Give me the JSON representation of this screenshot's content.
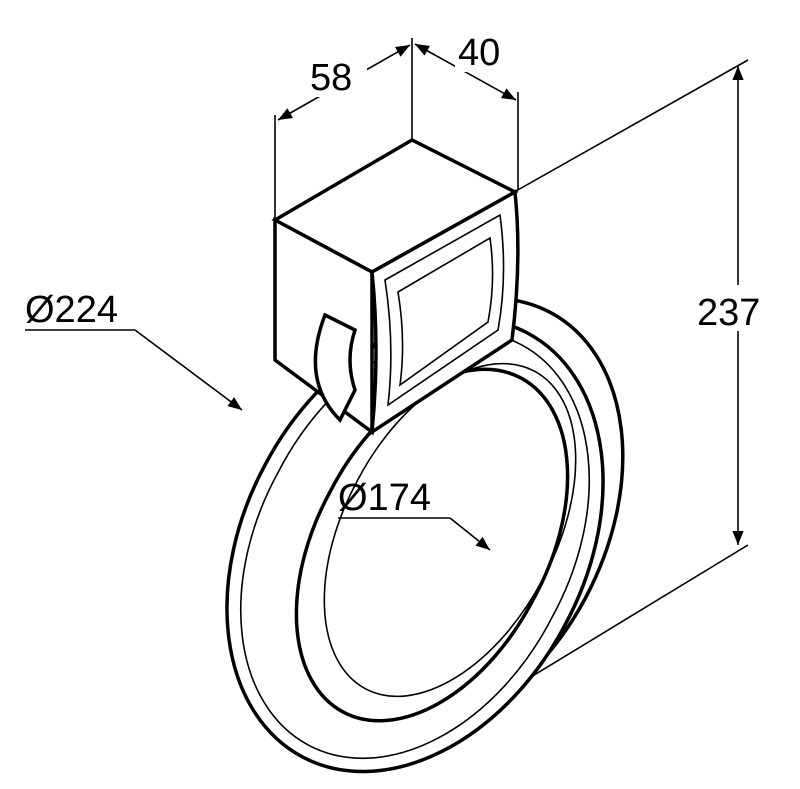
{
  "drawing": {
    "dimensions": {
      "depth": "58",
      "width": "40",
      "height": "237",
      "outer_diameter": "Ø224",
      "inner_diameter": "Ø174"
    },
    "colors": {
      "line": "#000000",
      "background": "#ffffff"
    }
  }
}
